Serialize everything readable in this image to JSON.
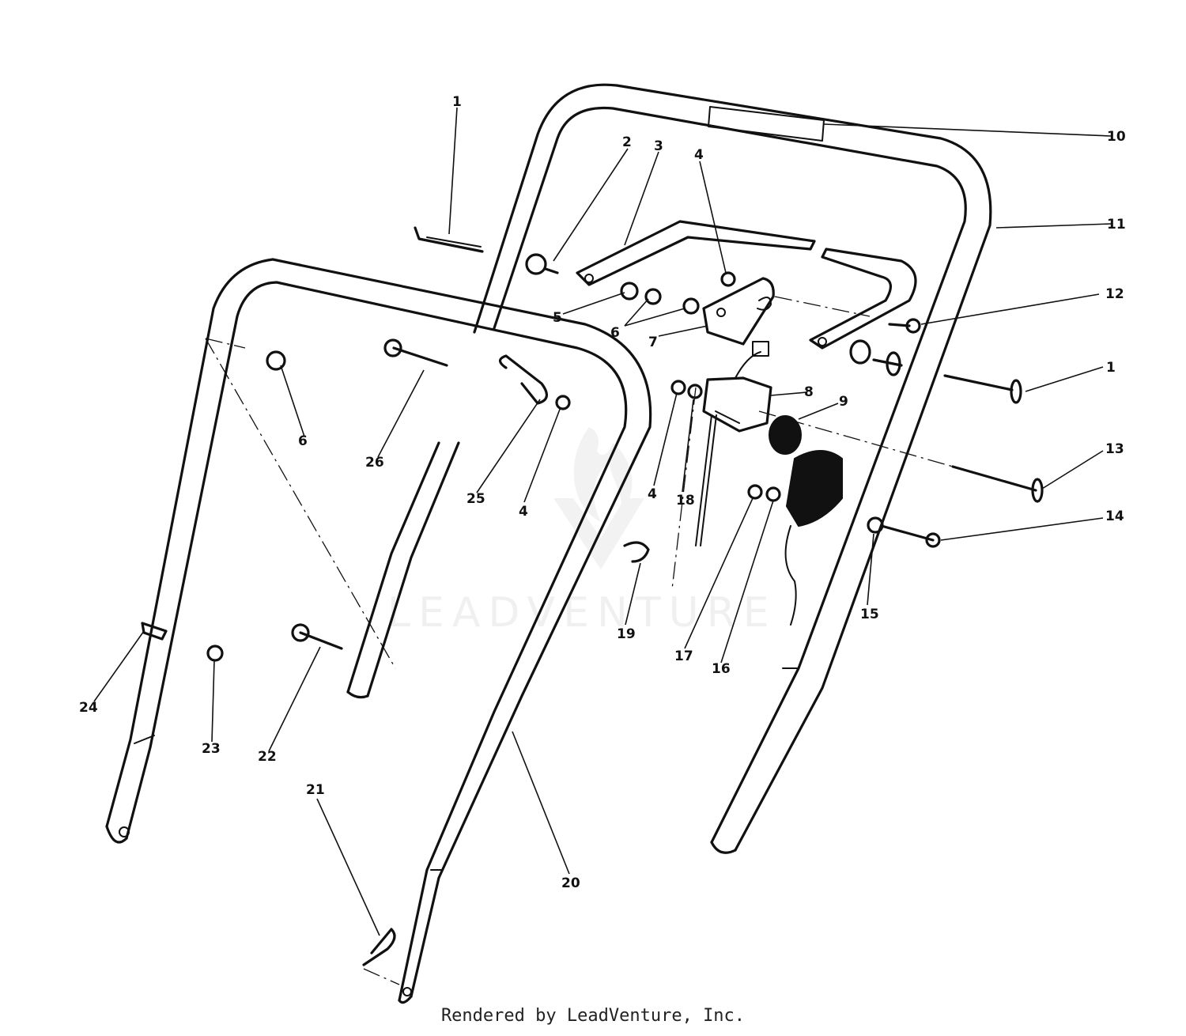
{
  "diagram": {
    "callouts": [
      "1",
      "2",
      "3",
      "4",
      "10",
      "11",
      "12",
      "5",
      "6",
      "7",
      "1",
      "8",
      "9",
      "13",
      "14",
      "6",
      "26",
      "25",
      "4",
      "4",
      "18",
      "19",
      "15",
      "17",
      "16",
      "24",
      "23",
      "22",
      "20",
      "21"
    ],
    "watermark": "LEADVENTURE",
    "footer": "Rendered by LeadVenture, Inc."
  }
}
